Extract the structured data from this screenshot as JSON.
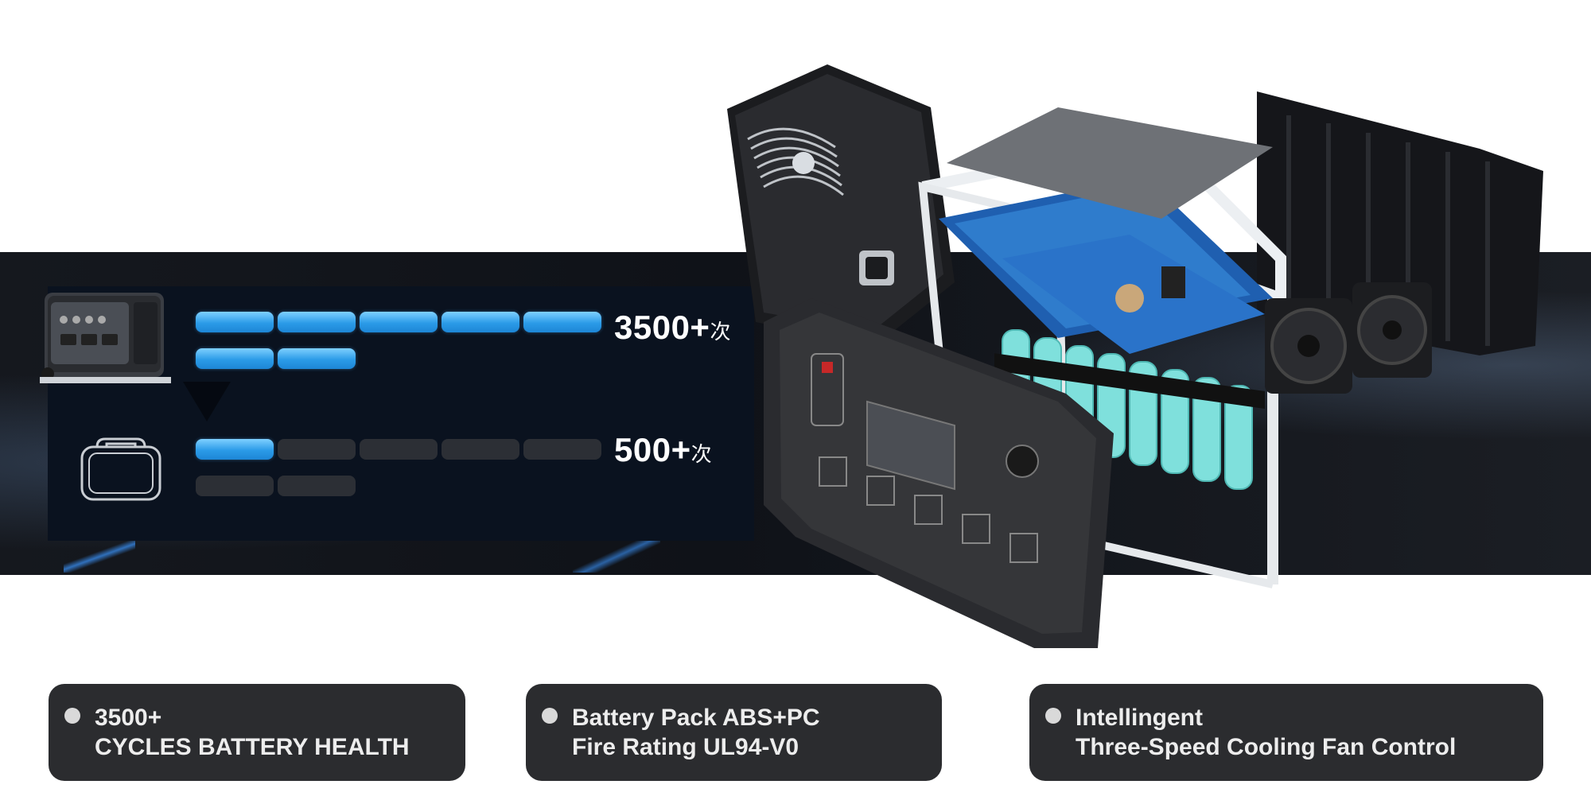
{
  "comparison": {
    "product_cycles": "3500+",
    "product_unit": "次",
    "generic_cycles": "500+",
    "generic_unit": "次",
    "segments_total": 7,
    "product_segments_lit": 7,
    "generic_segments_lit": 1,
    "lit_color": "#2b9be8",
    "unlit_color": "#2c2f35"
  },
  "features": [
    {
      "line1": "3500+",
      "line2": "CYCLES BATTERY HEALTH"
    },
    {
      "line1": "Battery Pack ABS+PC",
      "line2": "Fire Rating UL94-V0"
    },
    {
      "line1": "Intellingent",
      "line2": "Three-Speed Cooling Fan Control"
    }
  ],
  "icons": [
    "power-station-photo",
    "generic-power-station-outline-icon",
    "exploded-power-station-illustration",
    "bullet-dot-icon"
  ]
}
